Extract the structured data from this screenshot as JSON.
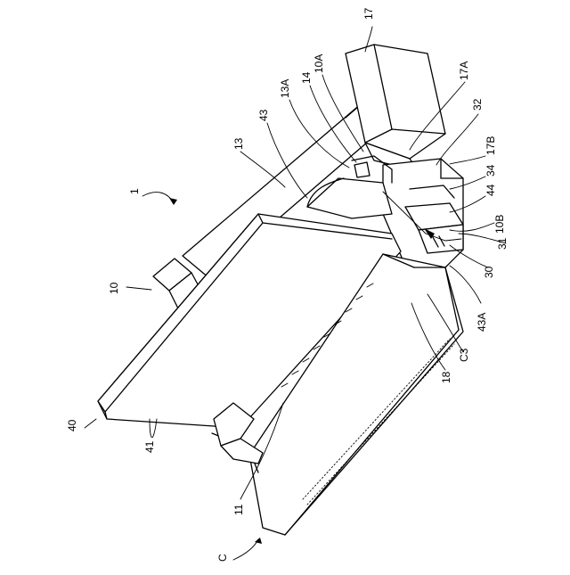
{
  "labels": {
    "l1": "1",
    "l10": "10",
    "l10A": "10A",
    "l10B": "10B",
    "l11": "11",
    "l13": "13",
    "l13A": "13A",
    "l14": "14",
    "l17": "17",
    "l17A": "17A",
    "l17B": "17B",
    "l18": "18",
    "l30": "30",
    "l31": "31",
    "l32": "32",
    "l34": "34",
    "l40": "40",
    "l41": "41",
    "l43": "43",
    "l43A": "43A",
    "l44": "44",
    "lC": "C",
    "lC3": "C3"
  }
}
